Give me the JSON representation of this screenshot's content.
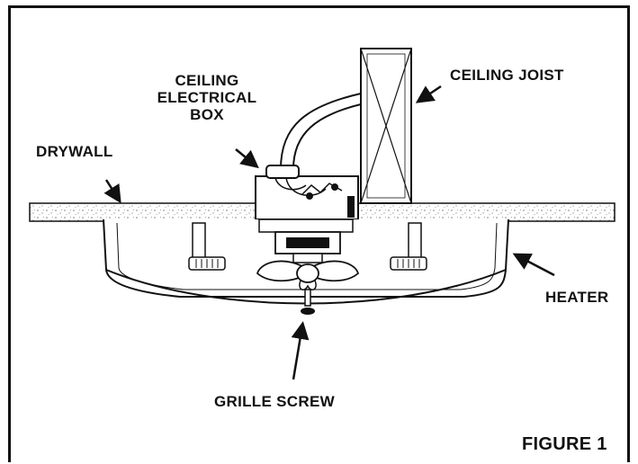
{
  "labels": {
    "ceiling_electrical_box": [
      "CEILING",
      "ELECTRICAL",
      "BOX"
    ],
    "ceiling_joist": "CEILING JOIST",
    "drywall": "DRYWALL",
    "heater": "HEATER",
    "grille_screw": "GRILLE SCREW",
    "figure": "FIGURE 1"
  }
}
